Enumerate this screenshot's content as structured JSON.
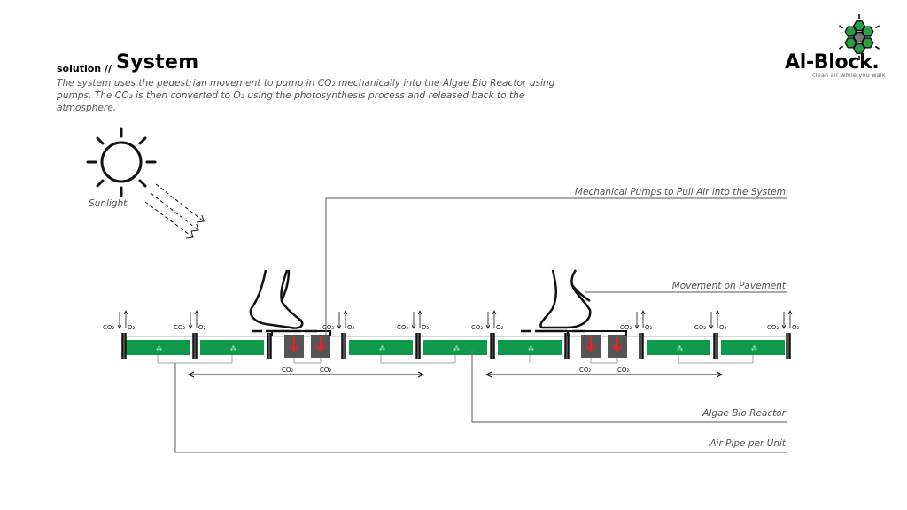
{
  "header": {
    "prefix": "solution //",
    "title": "System",
    "description": "The system uses the pedestrian movement to pump in CO₂ mechanically into the Algae Bio Reactor using pumps. The CO₂ is then converted to O₂ using the photosynthesis process and released back to the atmosphere."
  },
  "logo": {
    "name": "Al-Block.",
    "tagline": "clean air while you walk"
  },
  "labels": {
    "sunlight": "Sunlight",
    "pumps": "Mechanical Pumps to Pull Air into the System",
    "movement": "Movement on Pavement",
    "algae": "Algae Bio Reactor",
    "pipe": "Air Pipe per Unit"
  },
  "flow": {
    "co2_in": "CO₂",
    "o2_out": "O₂",
    "co2_pump": "CO₂"
  },
  "colors": {
    "algae_green": "#0e9a4a",
    "pump_gray": "#555555",
    "arrow_red": "#e8202a",
    "leader_gray": "#777777",
    "logo_green": "#2a9d45"
  }
}
